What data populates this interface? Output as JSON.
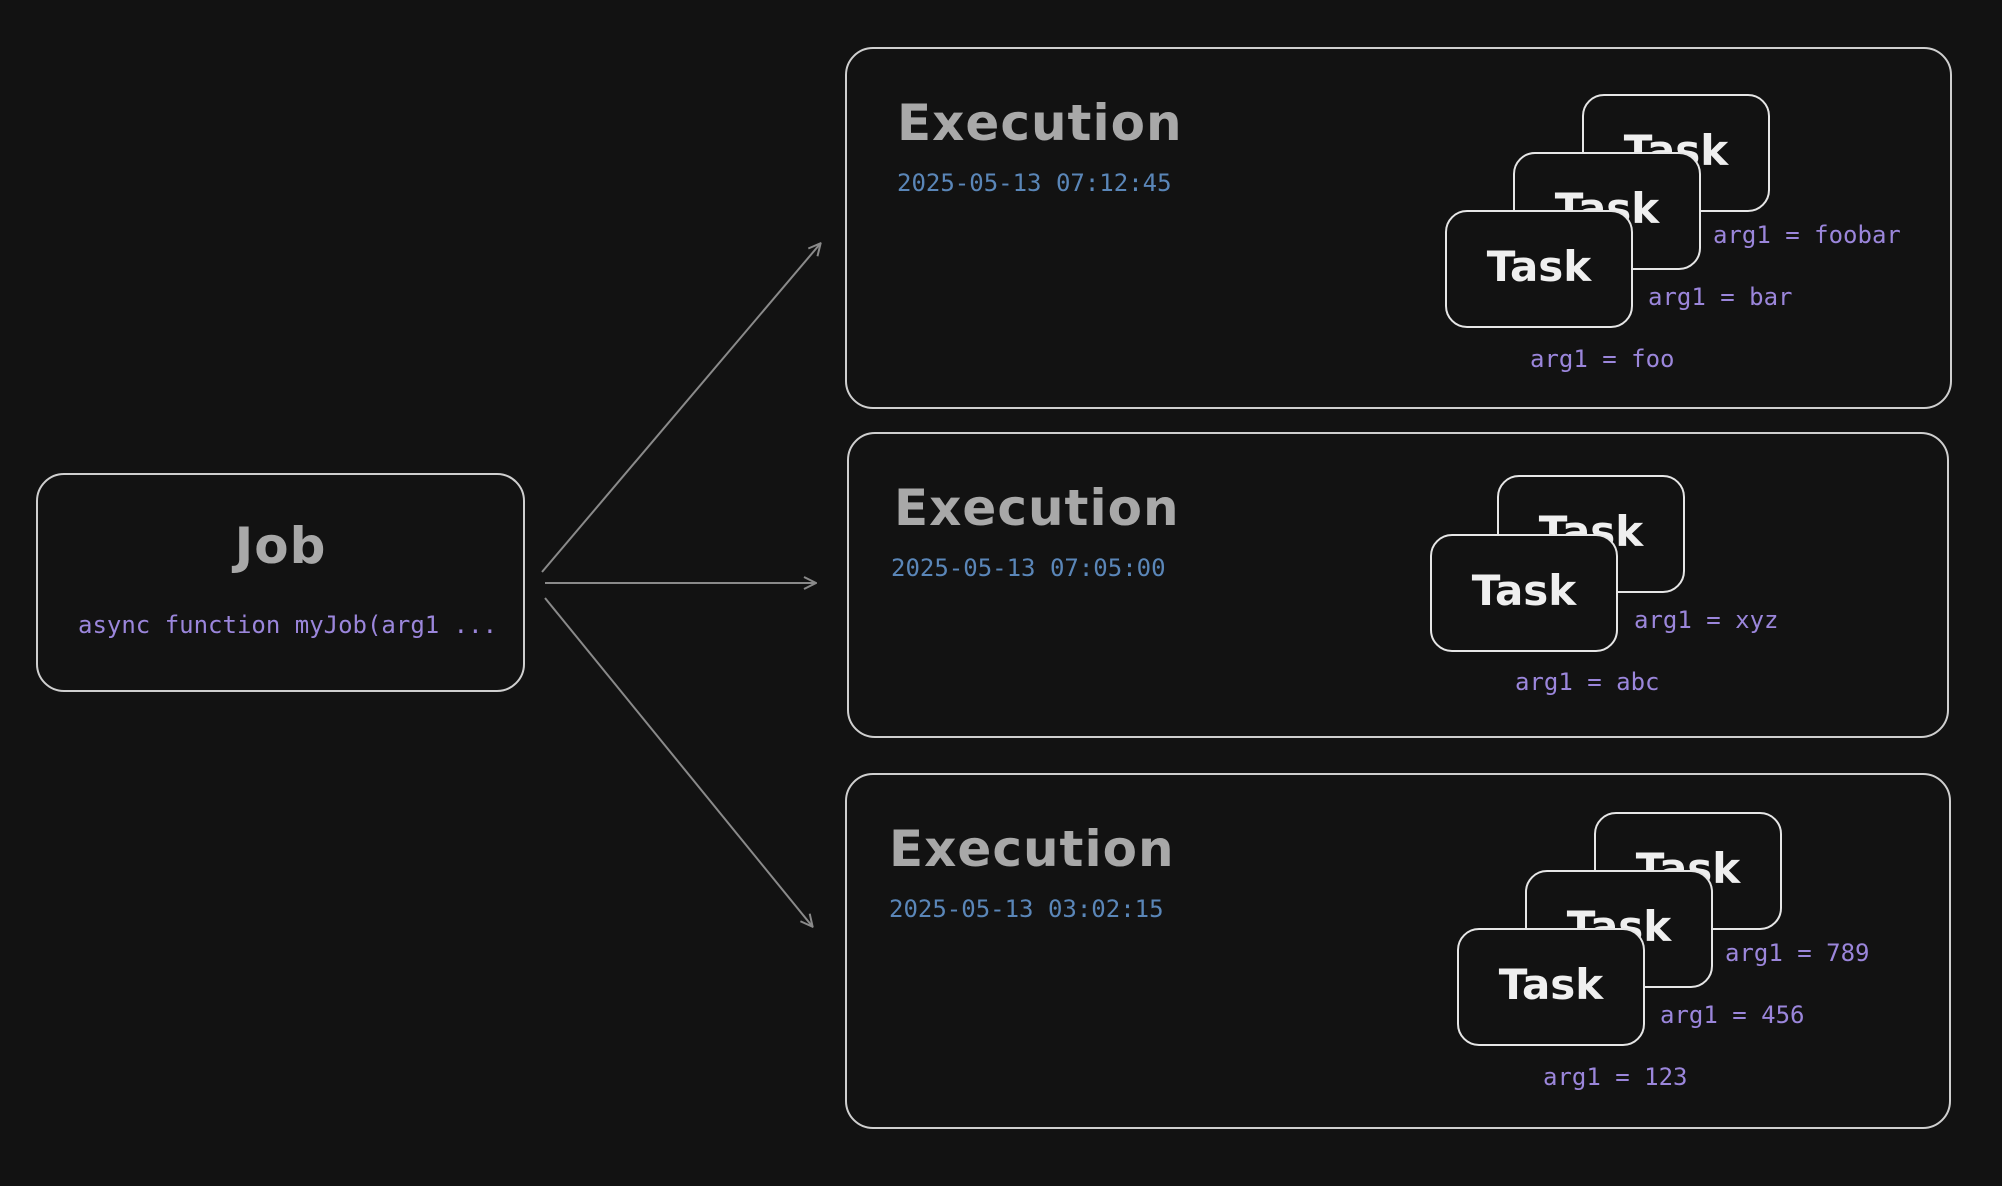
{
  "job": {
    "title": "Job",
    "code": "async function myJob(arg1 ..."
  },
  "executions": [
    {
      "title": "Execution",
      "timestamp": "2025-05-13 07:12:45",
      "tasks": [
        {
          "label": "Task",
          "arg": "arg1 = foobar"
        },
        {
          "label": "Task",
          "arg": "arg1 = bar"
        },
        {
          "label": "Task",
          "arg": "arg1 = foo"
        }
      ]
    },
    {
      "title": "Execution",
      "timestamp": "2025-05-13 07:05:00",
      "tasks": [
        {
          "label": "Task",
          "arg": "arg1 = xyz"
        },
        {
          "label": "Task",
          "arg": "arg1 = abc"
        }
      ]
    },
    {
      "title": "Execution",
      "timestamp": "2025-05-13 03:02:15",
      "tasks": [
        {
          "label": "Task",
          "arg": "arg1 = 789"
        },
        {
          "label": "Task",
          "arg": "arg1 = 456"
        },
        {
          "label": "Task",
          "arg": "arg1 = 123"
        }
      ]
    }
  ],
  "colors": {
    "background": "#121212",
    "box_border": "#cfcfcf",
    "timestamp": "#5a86b8",
    "arg_text": "#9b86db",
    "arrow": "#8a8a8a"
  }
}
